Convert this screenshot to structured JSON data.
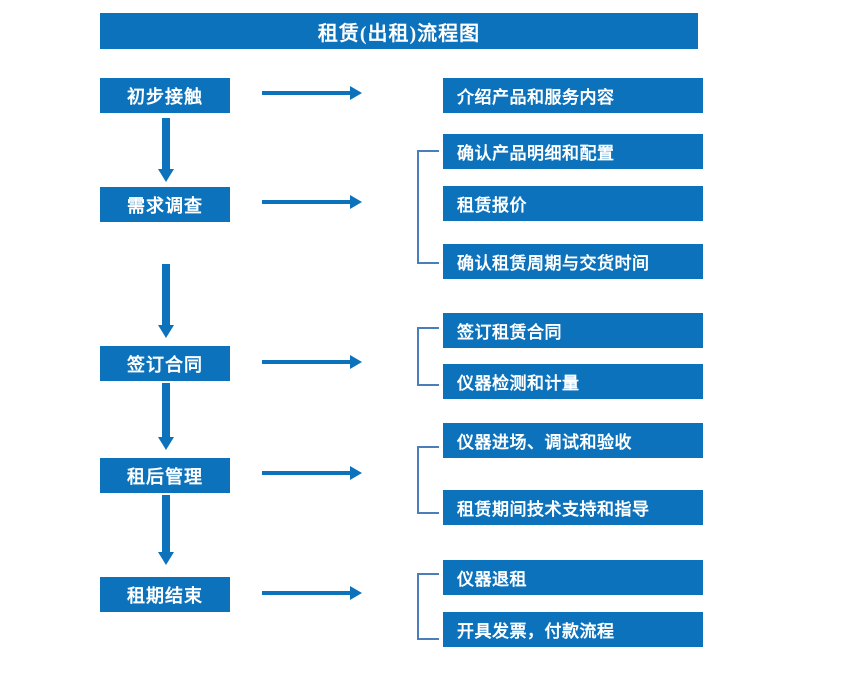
{
  "diagram": {
    "title": "租赁(出租)流程图",
    "colors": {
      "box_blue": "#0d72bc",
      "bracket_blue": "#4a7ebb",
      "text_white": "#ffffff",
      "background": "#ffffff"
    },
    "stages": [
      {
        "id": "stage-1",
        "label": "初步接触",
        "details": [
          "介绍产品和服务内容"
        ],
        "bracketed": false
      },
      {
        "id": "stage-2",
        "label": "需求调查",
        "details": [
          "确认产品明细和配置",
          "租赁报价",
          "确认租赁周期与交货时间"
        ],
        "bracketed": true
      },
      {
        "id": "stage-3",
        "label": "签订合同",
        "details": [
          "签订租赁合同",
          "仪器检测和计量"
        ],
        "bracketed": true
      },
      {
        "id": "stage-4",
        "label": "租后管理",
        "details": [
          "仪器进场、调试和验收",
          "租赁期间技术支持和指导"
        ],
        "bracketed": true
      },
      {
        "id": "stage-5",
        "label": "租期结束",
        "details": [
          "仪器退租",
          "开具发票，付款流程"
        ],
        "bracketed": true
      }
    ],
    "detail_boxes": {
      "d1": "介绍产品和服务内容",
      "d2": "确认产品明细和配置",
      "d3": "租赁报价",
      "d4": "确认租赁周期与交货时间",
      "d5": "签订租赁合同",
      "d6": "仪器检测和计量",
      "d7": "仪器进场、调试和验收",
      "d8": "租赁期间技术支持和指导",
      "d9": "仪器退租",
      "d10": "开具发票，付款流程"
    },
    "stage_boxes": {
      "s1": "初步接触",
      "s2": "需求调查",
      "s3": "签订合同",
      "s4": "租后管理",
      "s5": "租期结束"
    }
  }
}
